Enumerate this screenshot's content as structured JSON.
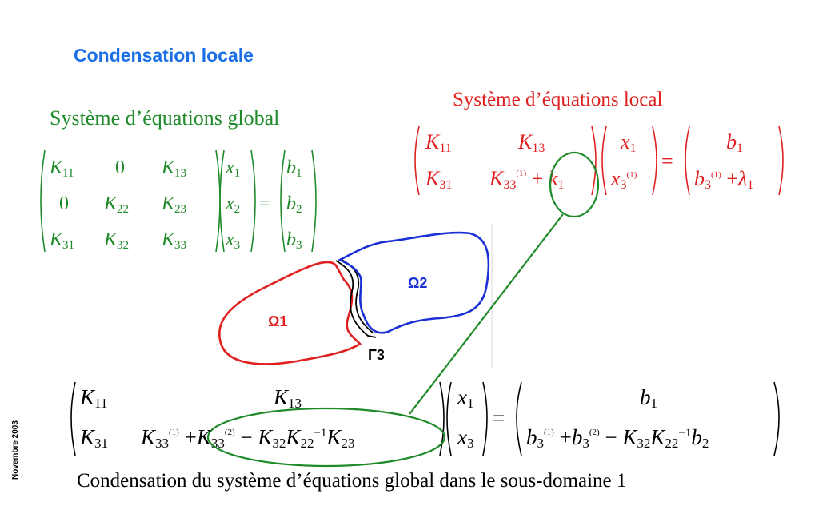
{
  "slide": {
    "title": "Condensation locale",
    "global_caption": "Système d’équations global",
    "local_caption": "Système d’équations local",
    "bottom_caption": "Condensation du système d’équations global dans le sous-domaine 1",
    "side_label": "Novembre 2003"
  },
  "global_system": {
    "matrix": [
      [
        "K11",
        "0",
        "K13"
      ],
      [
        "0",
        "K22",
        "K23"
      ],
      [
        "K31",
        "K32",
        "K33"
      ]
    ],
    "x": [
      "x1",
      "x2",
      "x3"
    ],
    "b": [
      "b1",
      "b2",
      "b3"
    ]
  },
  "domains": {
    "omega1": "Ω1",
    "omega2": "Ω2",
    "interface": "Γ3"
  },
  "colors": {
    "title": "#1a6fe6",
    "global": "#1f8a2a",
    "local": "#e02020",
    "omega1": "#e02020",
    "omega2": "#1a2fd6",
    "highlight": "#1f8a2a"
  }
}
